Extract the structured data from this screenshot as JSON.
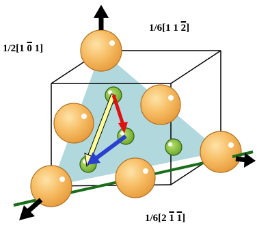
{
  "labels": {
    "top_left": {
      "prefix": "1/2[",
      "h": "1",
      "k": "0",
      "l": "1",
      "suffix": "]",
      "overbar": "k"
    },
    "top_right": {
      "prefix": "1/6[",
      "h": "1",
      "k": "1",
      "l": "2",
      "suffix": "]",
      "overbar": "l"
    },
    "bottom_right": {
      "prefix": "1/6[",
      "h": "2",
      "k": "1",
      "l": "1",
      "suffix": "]",
      "overbar": "k,l"
    }
  },
  "colors": {
    "plane_fill": "#a8d4d8",
    "large_atom": "#f7be66",
    "large_atom_stroke": "#b07020",
    "small_atom": "#8bc53f",
    "small_atom_stroke": "#2f5f10",
    "slip_line": "#1a6e1a",
    "arrow_black": "#000000",
    "arrow_red": "#e01010",
    "arrow_yellow": "#ffff99",
    "arrow_blue": "#2a3fd0",
    "cube_edge": "#000000"
  }
}
